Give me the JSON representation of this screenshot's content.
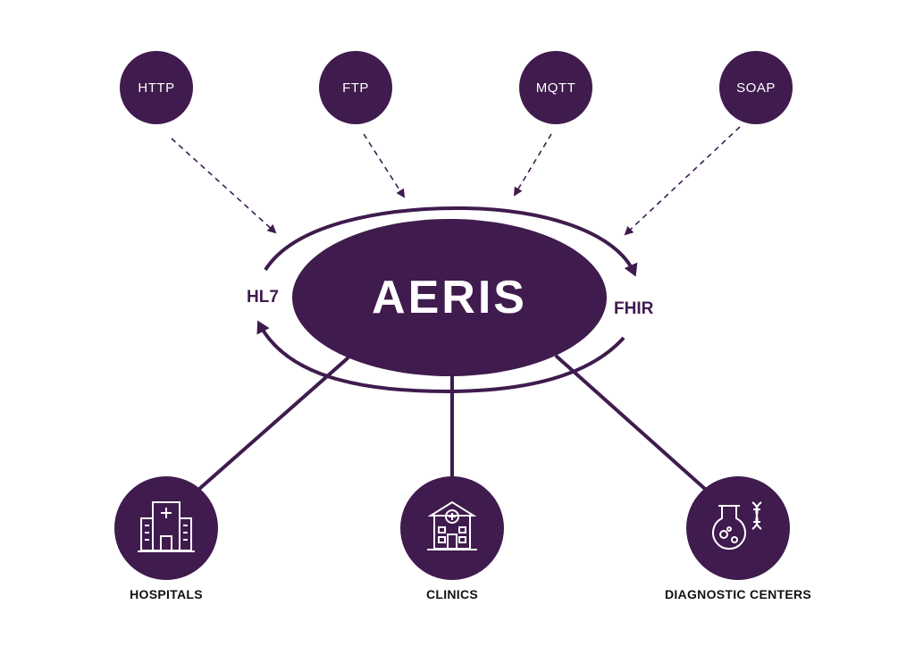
{
  "colors": {
    "primary": "#3f1b4e",
    "text_dark": "#111111",
    "text_light": "#ffffff"
  },
  "protocols": [
    "HTTP",
    "FTP",
    "MQTT",
    "SOAP"
  ],
  "hub": {
    "title": "AERIS",
    "left_standard": "HL7",
    "right_standard": "FHIR"
  },
  "endpoints": [
    {
      "label": "HOSPITALS",
      "icon": "hospital-icon"
    },
    {
      "label": "CLINICS",
      "icon": "clinic-icon"
    },
    {
      "label": "DIAGNOSTIC CENTERS",
      "icon": "lab-flask-dna-icon"
    }
  ]
}
